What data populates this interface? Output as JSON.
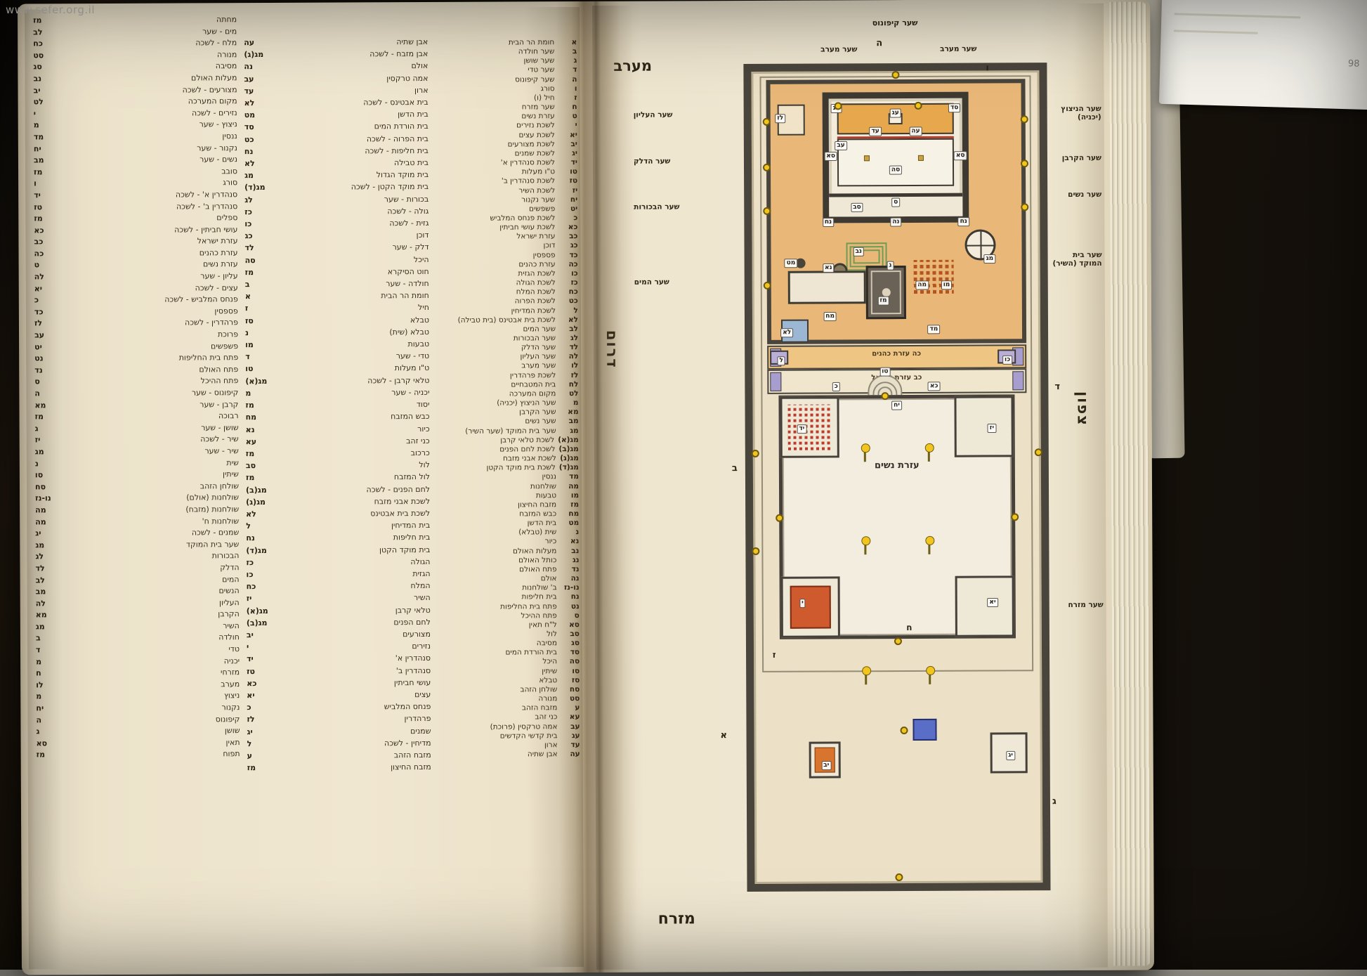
{
  "watermark": "www.sefer.org.il",
  "scrap_text": "98",
  "index_page": {
    "legend": [
      {
        "code": "א",
        "label": "חומת הר הבית"
      },
      {
        "code": "ב",
        "label": "שער חולדה"
      },
      {
        "code": "ג",
        "label": "שער שושן"
      },
      {
        "code": "ד",
        "label": "שער טדי"
      },
      {
        "code": "ה",
        "label": "שער קיפונוס"
      },
      {
        "code": "ו",
        "label": "סורג"
      },
      {
        "code": "ז",
        "label": "חיל (ו)"
      },
      {
        "code": "ח",
        "label": "שער מזרח"
      },
      {
        "code": "ט",
        "label": "עזרת נשים"
      },
      {
        "code": "י",
        "label": "לשכת נזירים"
      },
      {
        "code": "יא",
        "label": "לשכת עצים"
      },
      {
        "code": "יב",
        "label": "לשכת מצורעים"
      },
      {
        "code": "יג",
        "label": "לשכת שמנים"
      },
      {
        "code": "יד",
        "label": "לשכת סנהדרין א'"
      },
      {
        "code": "טו",
        "label": "ט\"ו מעלות"
      },
      {
        "code": "טז",
        "label": "לשכת סנהדרין ב'"
      },
      {
        "code": "יז",
        "label": "לשכת השיר"
      },
      {
        "code": "יח",
        "label": "שער נקנור"
      },
      {
        "code": "יט",
        "label": "פשפשים"
      },
      {
        "code": "כ",
        "label": "לשכת פנחס המלביש"
      },
      {
        "code": "כא",
        "label": "לשכת עושי חביתין"
      },
      {
        "code": "כב",
        "label": "עזרת ישראל"
      },
      {
        "code": "כג",
        "label": "דוכן"
      },
      {
        "code": "כד",
        "label": "פספסין"
      },
      {
        "code": "כה",
        "label": "עזרת כהנים"
      },
      {
        "code": "כו",
        "label": "לשכת הגזית"
      },
      {
        "code": "כז",
        "label": "לשכת הגולה"
      },
      {
        "code": "כח",
        "label": "לשכת המלח"
      },
      {
        "code": "כט",
        "label": "לשכת הפרוה"
      },
      {
        "code": "ל",
        "label": "לשכת המדיחין"
      },
      {
        "code": "לא",
        "label": "לשכת בית אבטינס (בית טבילה)"
      },
      {
        "code": "לב",
        "label": "שער המים"
      },
      {
        "code": "לג",
        "label": "שער הבכורות"
      },
      {
        "code": "לד",
        "label": "שער הדלק"
      },
      {
        "code": "לה",
        "label": "שער העליון"
      },
      {
        "code": "לו",
        "label": "שער מערב"
      },
      {
        "code": "לז",
        "label": "לשכת פרהדרין"
      },
      {
        "code": "לח",
        "label": "בית המטבחיים"
      },
      {
        "code": "לט",
        "label": "מקום המערכה"
      },
      {
        "code": "מ",
        "label": "שער הניצוץ (יכניה)"
      },
      {
        "code": "מא",
        "label": "שער הקרבן"
      },
      {
        "code": "מב",
        "label": "שער נשים"
      },
      {
        "code": "מג",
        "label": "שער בית המוקד (שער השיר)"
      },
      {
        "code": "מג(א)",
        "label": "לשכת טלאי קרבן"
      },
      {
        "code": "מג(ב)",
        "label": "לשכת לחם הפנים"
      },
      {
        "code": "מג(ג)",
        "label": "לשכת אבני מזבח"
      },
      {
        "code": "מג(ד)",
        "label": "לשכת בית מוקד הקטן"
      },
      {
        "code": "מד",
        "label": "ננסין"
      },
      {
        "code": "מה",
        "label": "שולחנות"
      },
      {
        "code": "מו",
        "label": "טבעות"
      },
      {
        "code": "מז",
        "label": "מזבח החיצון"
      },
      {
        "code": "מח",
        "label": "כבש המזבח"
      },
      {
        "code": "מט",
        "label": "בית הדשן"
      },
      {
        "code": "נ",
        "label": "שית (טבלא)"
      },
      {
        "code": "נא",
        "label": "כיור"
      },
      {
        "code": "נב",
        "label": "מעלות האולם"
      },
      {
        "code": "נג",
        "label": "כותל האולם"
      },
      {
        "code": "נד",
        "label": "פתח האולם"
      },
      {
        "code": "נה",
        "label": "אולם"
      },
      {
        "code": "נו-נז",
        "label": "ב' שולחנות"
      },
      {
        "code": "נח",
        "label": "בית חליפות"
      },
      {
        "code": "נט",
        "label": "פתח בית החליפות"
      },
      {
        "code": "ס",
        "label": "פתח ההיכל"
      },
      {
        "code": "סא",
        "label": "ל\"ח תאין"
      },
      {
        "code": "סב",
        "label": "לול"
      },
      {
        "code": "סג",
        "label": "מסיבה"
      },
      {
        "code": "סד",
        "label": "בית הורדת המים"
      },
      {
        "code": "סה",
        "label": "היכל"
      },
      {
        "code": "סו",
        "label": "שיתין"
      },
      {
        "code": "סז",
        "label": "טבלא"
      },
      {
        "code": "סח",
        "label": "שולחן הזהב"
      },
      {
        "code": "סט",
        "label": "מנורה"
      },
      {
        "code": "ע",
        "label": "מזבח הזהב"
      },
      {
        "code": "עא",
        "label": "כני זהב"
      },
      {
        "code": "עב",
        "label": "אמה טרקסין (פרוכת)"
      },
      {
        "code": "עג",
        "label": "בית קדשי הקדשים"
      },
      {
        "code": "עד",
        "label": "ארון"
      },
      {
        "code": "עה",
        "label": "אבן שתיה"
      }
    ],
    "index_a": [
      {
        "label": "אבן שתיה",
        "code": "עה"
      },
      {
        "label": "אבן מזבח - לשכה",
        "code": "מג(ג)"
      },
      {
        "label": "אולם",
        "code": "נה"
      },
      {
        "label": "אמה טרקסין",
        "code": "עב"
      },
      {
        "label": "ארון",
        "code": "עד"
      },
      {
        "label": "בית אבטינס - לשכה",
        "code": "לא"
      },
      {
        "label": "בית הדשן",
        "code": "מט"
      },
      {
        "label": "בית הורדת המים",
        "code": "סד"
      },
      {
        "label": "בית הפרוה - לשכה",
        "code": "כט"
      },
      {
        "label": "בית חליפות - לשכה",
        "code": "נח"
      },
      {
        "label": "בית טבילה",
        "code": "לא"
      },
      {
        "label": "בית מוקד הגדול",
        "code": "מג"
      },
      {
        "label": "בית מוקד הקטן - לשכה",
        "code": "מג(ד)"
      },
      {
        "label": "בכורות - שער",
        "code": "לג"
      },
      {
        "label": "גולה - לשכה",
        "code": "כז"
      },
      {
        "label": "גזית - לשכה",
        "code": "כו"
      },
      {
        "label": "דוכן",
        "code": "כג"
      },
      {
        "label": "דלק - שער",
        "code": "לד"
      },
      {
        "label": "היכל",
        "code": "סה"
      },
      {
        "label": "חוט הסיקרא",
        "code": "מז"
      },
      {
        "label": "חולדה - שער",
        "code": "ב"
      },
      {
        "label": "חומת הר הבית",
        "code": "א"
      },
      {
        "label": "חיל",
        "code": "ז"
      },
      {
        "label": "טבלא",
        "code": "סז"
      },
      {
        "label": "טבלא (שית)",
        "code": "נ"
      },
      {
        "label": "טבעות",
        "code": "מו"
      },
      {
        "label": "טדי - שער",
        "code": "ד"
      },
      {
        "label": "ט\"ו מעלות",
        "code": "טו"
      },
      {
        "label": "טלאי קרבן - לשכה",
        "code": "מג(א)"
      },
      {
        "label": "יכניה - שער",
        "code": "מ"
      },
      {
        "label": "יסוד",
        "code": "מז"
      },
      {
        "label": "כבש המזבח",
        "code": "מח"
      },
      {
        "label": "כיור",
        "code": "נא"
      },
      {
        "label": "כני זהב",
        "code": "עא"
      },
      {
        "label": "כרכוב",
        "code": "מז"
      },
      {
        "label": "לול",
        "code": "סב"
      },
      {
        "label": "לול המזבח",
        "code": "מז"
      },
      {
        "label": "לחם הפנים - לשכה",
        "code": "מג(ב)"
      },
      {
        "label": "לשכת אבני מזבח",
        "code": "מג(ג)"
      },
      {
        "label": "לשכת בית אבטינס",
        "code": "לא"
      },
      {
        "label": "בית המדיחין",
        "code": "ל"
      },
      {
        "label": "בית חליפות",
        "code": "נח"
      },
      {
        "label": "בית מוקד הקטן",
        "code": "מג(ד)"
      },
      {
        "label": "הגולה",
        "code": "כז"
      },
      {
        "label": "הגזית",
        "code": "כו"
      },
      {
        "label": "המלח",
        "code": "כח"
      },
      {
        "label": "השיר",
        "code": "יז"
      },
      {
        "label": "טלאי קרבן",
        "code": "מג(א)"
      },
      {
        "label": "לחם הפנים",
        "code": "מג(ב)"
      },
      {
        "label": "מצורעים",
        "code": "יב"
      },
      {
        "label": "נזירים",
        "code": "י"
      },
      {
        "label": "סנהדרין א'",
        "code": "יד"
      },
      {
        "label": "סנהדרין ב'",
        "code": "טז"
      },
      {
        "label": "עושי חביתין",
        "code": "כא"
      },
      {
        "label": "עצים",
        "code": "יא"
      },
      {
        "label": "פנחס המלביש",
        "code": "כ"
      },
      {
        "label": "פרהדרין",
        "code": "לז"
      },
      {
        "label": "שמנים",
        "code": "יג"
      },
      {
        "label": "מדיחין - לשכה",
        "code": "ל"
      },
      {
        "label": "מזבח הזהב",
        "code": "ע"
      },
      {
        "label": "מזבח החיצון",
        "code": "מז"
      }
    ],
    "index_b": [
      {
        "label": "מחתה",
        "code": "מז"
      },
      {
        "label": "מים - שער",
        "code": "לב"
      },
      {
        "label": "מלח - לשכה",
        "code": "כח"
      },
      {
        "label": "מנורה",
        "code": "סט"
      },
      {
        "label": "מסיבה",
        "code": "סג"
      },
      {
        "label": "מעלות האולם",
        "code": "נב"
      },
      {
        "label": "מצורעים - לשכה",
        "code": "יב"
      },
      {
        "label": "מקום המערכה",
        "code": "לט"
      },
      {
        "label": "נזירים - לשכה",
        "code": "י"
      },
      {
        "label": "ניצוץ - שער",
        "code": "מ"
      },
      {
        "label": "ננסין",
        "code": "מד"
      },
      {
        "label": "נקנור - שער",
        "code": "יח"
      },
      {
        "label": "נשים - שער",
        "code": "מב"
      },
      {
        "label": "סובב",
        "code": "מז"
      },
      {
        "label": "סורג",
        "code": "ו"
      },
      {
        "label": "סנהדרין א' - לשכה",
        "code": "יד"
      },
      {
        "label": "סנהדרין ב' - לשכה",
        "code": "טז"
      },
      {
        "label": "ספלים",
        "code": "מז"
      },
      {
        "label": "עושי חביתין - לשכה",
        "code": "כא"
      },
      {
        "label": "עזרת ישראל",
        "code": "כב"
      },
      {
        "label": "עזרת כהנים",
        "code": "כה"
      },
      {
        "label": "עזרת נשים",
        "code": "ט"
      },
      {
        "label": "עליון - שער",
        "code": "לה"
      },
      {
        "label": "עצים - לשכה",
        "code": "יא"
      },
      {
        "label": "פנחס המלביש - לשכה",
        "code": "כ"
      },
      {
        "label": "פספסין",
        "code": "כד"
      },
      {
        "label": "פרהדרין - לשכה",
        "code": "לז"
      },
      {
        "label": "פרוכת",
        "code": "עב"
      },
      {
        "label": "פשפשים",
        "code": "יט"
      },
      {
        "label": "פתח בית החליפות",
        "code": "נט"
      },
      {
        "label": "פתח האולם",
        "code": "נד"
      },
      {
        "label": "פתח ההיכל",
        "code": "ס"
      },
      {
        "label": "קיפונוס - שער",
        "code": "ה"
      },
      {
        "label": "קרבן - שער",
        "code": "מא"
      },
      {
        "label": "רבוכה",
        "code": "מז"
      },
      {
        "label": "שושן - שער",
        "code": "ג"
      },
      {
        "label": "שיר - לשכה",
        "code": "יז"
      },
      {
        "label": "שיר - שער",
        "code": "מג"
      },
      {
        "label": "שית",
        "code": "נ"
      },
      {
        "label": "שיתין",
        "code": "סו"
      },
      {
        "label": "שולחן הזהב",
        "code": "סח"
      },
      {
        "label": "שולחנות (אולם)",
        "code": "נו-נז"
      },
      {
        "label": "שולחנות (מזבח)",
        "code": "מה"
      },
      {
        "label": "שולחנות ח'",
        "code": "מה"
      },
      {
        "label": "שמנים - לשכה",
        "code": "יג"
      },
      {
        "label": "שער בית המוקד",
        "code": "מג"
      },
      {
        "label": "הבכורות",
        "code": "לג"
      },
      {
        "label": "הדלק",
        "code": "לד"
      },
      {
        "label": "המים",
        "code": "לב"
      },
      {
        "label": "הנשים",
        "code": "מב"
      },
      {
        "label": "העליון",
        "code": "לה"
      },
      {
        "label": "הקרבן",
        "code": "מא"
      },
      {
        "label": "השיר",
        "code": "מג"
      },
      {
        "label": "חולדה",
        "code": "ב"
      },
      {
        "label": "טדי",
        "code": "ד"
      },
      {
        "label": "יכניה",
        "code": "מ"
      },
      {
        "label": "מזרחי",
        "code": "ח"
      },
      {
        "label": "מערב",
        "code": "לו"
      },
      {
        "label": "ניצוץ",
        "code": "מ"
      },
      {
        "label": "נקנור",
        "code": "יח"
      },
      {
        "label": "קיפונוס",
        "code": "ה"
      },
      {
        "label": "שושן",
        "code": "ג"
      },
      {
        "label": "תאין",
        "code": "סא"
      },
      {
        "label": "תפוח",
        "code": "מז"
      }
    ]
  },
  "plan_page": {
    "compass": {
      "west": "מערב",
      "south": "דרום",
      "north": "צפון",
      "east": "מזרח"
    },
    "gates": {
      "kiponus": "שער קיפונוס",
      "maarav_left": "שער מערב",
      "maarav_right": "שער מערב",
      "south": [
        "שער העליון",
        "שער הדלק",
        "שער הבכורות",
        "שער המים"
      ],
      "north": [
        "שער הניצוץ (יכניה)",
        "שער הקרבן",
        "שער נשים",
        "שער בית המוקד (השיר)",
        "שער מזרח"
      ]
    },
    "areas": {
      "ezrat_nashim": "עזרת נשים",
      "ezrat_yisrael": "כב עזרת ישראל",
      "ezrat_kohanim": "כה עזרת כהנים"
    },
    "markers": {
      "kiponus": "ה",
      "soreg": "ו",
      "chel": "ז",
      "north_wall": "ד",
      "south_wall": "ב",
      "east_corner": "ג",
      "west_corner": "א",
      "east_gate": "ח"
    },
    "chips": {
      "kodesh": "עג",
      "aron": "עד",
      "even_shtiya": "עה",
      "paroches": "עב",
      "heichal": "סה",
      "petach_heichal": "ס",
      "lul": "סב",
      "ulam": "נה",
      "beit_chalifot_left": "נח",
      "beit_chalifot_right": "נח",
      "tain_left": "סא",
      "tain_right": "סא",
      "mesiba": "סג",
      "horadat_hamayim": "סד",
      "maalot_ulam": "נב",
      "kiyor": "נא",
      "shis": "נ",
      "altar": "מז",
      "kevesh": "מח",
      "beit_hadeshen": "מט",
      "shulchanot": "מה",
      "tabaot": "מו",
      "nanasin": "מד",
      "beit_hamoked": "מג",
      "beit_avtinas": "לא",
      "parhedrin": "לז",
      "lishka_left": "ל",
      "lishka_right": "כו",
      "pinchas": "כ",
      "chavitin": "כא",
      "maalot15": "טו",
      "nicanor": "יח",
      "en_tl": "יד",
      "en_tr": "יז",
      "en_bl": "י",
      "en_br": "יא",
      "court_bl": "יב",
      "court_br": "יג"
    }
  }
}
